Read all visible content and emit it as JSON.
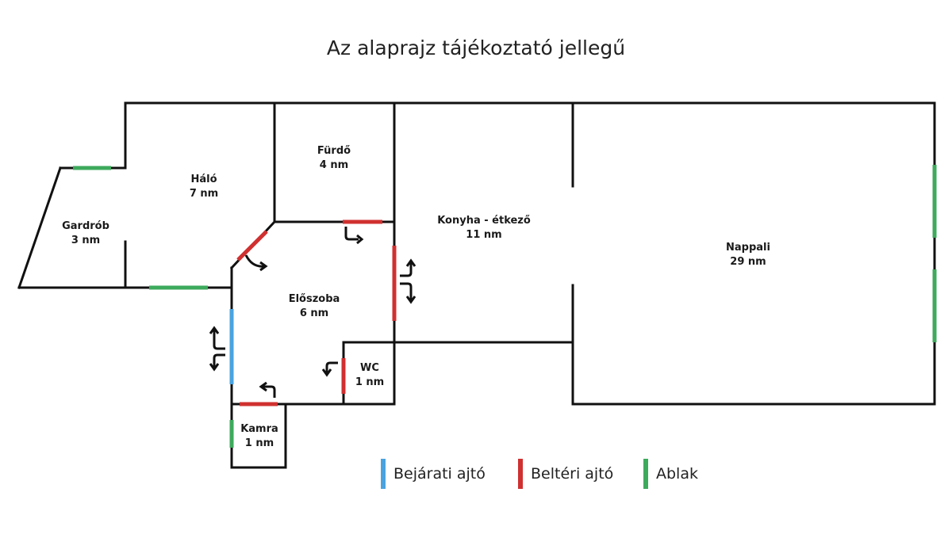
{
  "title": "Az alaprajz tájékoztató jellegű",
  "colors": {
    "wall": "#111111",
    "entrance_door": "#4aa3df",
    "interior_door": "#d03030",
    "window": "#3daa5c"
  },
  "rooms": {
    "gardrob": {
      "name": "Gardrób",
      "area": "3 nm"
    },
    "halo": {
      "name": "Háló",
      "area": "7 nm"
    },
    "furdo": {
      "name": "Fürdő",
      "area": "4 nm"
    },
    "konyha": {
      "name": "Konyha - étkező",
      "area": "11 nm"
    },
    "nappali": {
      "name": "Nappali",
      "area": "29 nm"
    },
    "eloszoba": {
      "name": "Előszoba",
      "area": "6 nm"
    },
    "wc": {
      "name": "WC",
      "area": "1 nm"
    },
    "kamra": {
      "name": "Kamra",
      "area": "1 nm"
    }
  },
  "legend": {
    "entrance": "Bejárati ajtó",
    "interior": "Beltéri ajtó",
    "window": "Ablak"
  }
}
